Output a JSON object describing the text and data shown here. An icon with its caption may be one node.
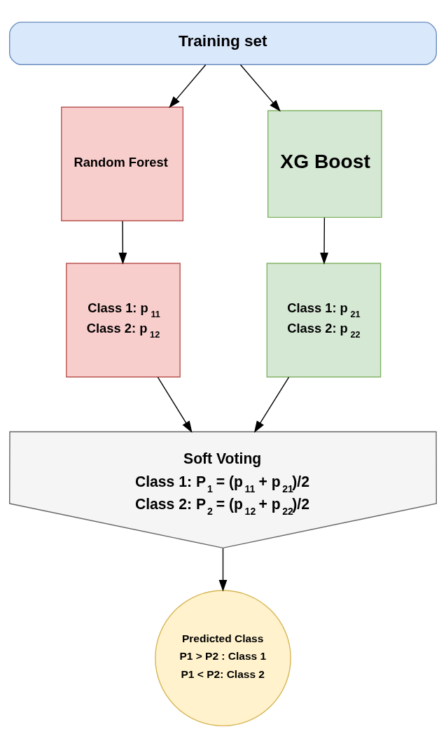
{
  "diagram": {
    "nodes": [
      {
        "text": [
          "Training set"
        ]
      },
      {
        "text": [
          "Random Forest"
        ]
      },
      {
        "text": [
          "XG Boost"
        ]
      },
      {
        "text": [
          "Class 1: p$_{11}$",
          "Class 2: p$_{12}$"
        ]
      },
      {
        "text": [
          "Class 1: p$_{21}$",
          "Class 2: p$_{22}$"
        ]
      },
      {
        "text": [
          "Soft Voting",
          "Class 1: P$_{1}$ = (p$_{11}$ + p$_{21}$)/2",
          "Class 2: P$_{2}$ = (p$_{12}$ + p$_{22}$)/2"
        ]
      },
      {
        "text": [
          "Predicted Class",
          "P1 > P2 : Class 1",
          "P1 < P2: Class 2"
        ]
      }
    ],
    "edges": [
      {
        "from": 0,
        "to": 1,
        "arrow": "to"
      },
      {
        "from": 0,
        "to": 2,
        "arrow": "to"
      },
      {
        "from": 1,
        "to": 3,
        "arrow": "to"
      },
      {
        "from": 2,
        "to": 4,
        "arrow": "to"
      },
      {
        "from": 3,
        "to": 5,
        "arrow": "to"
      },
      {
        "from": 4,
        "to": 5,
        "arrow": "to"
      },
      {
        "from": 5,
        "to": 6,
        "arrow": "to"
      }
    ]
  }
}
